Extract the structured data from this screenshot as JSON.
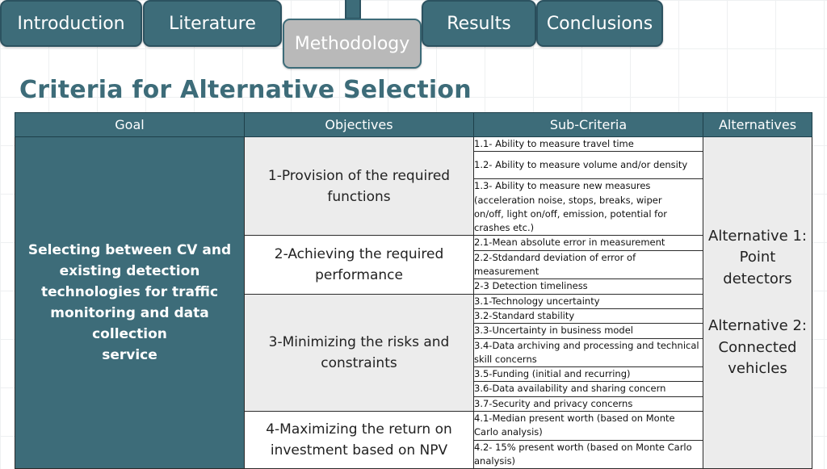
{
  "nav": {
    "tabs": [
      "Introduction",
      "Literature",
      "Methodology",
      "Results",
      "Conclusions"
    ],
    "active": "Methodology"
  },
  "title": "Criteria for Alternative Selection",
  "table": {
    "headers": [
      "Goal",
      "Objectives",
      "Sub-Criteria",
      "Alternatives"
    ],
    "goal": [
      "Selecting between CV and",
      "existing detection",
      "technologies for traffic",
      "monitoring and data collection",
      "service"
    ],
    "objectives": [
      [
        "1-Provision of the required",
        "functions"
      ],
      [
        "2-Achieving the required",
        "performance"
      ],
      [
        "3-Minimizing the risks and",
        "constraints"
      ],
      [
        "4-Maximizing the return on",
        "investment based on NPV"
      ]
    ],
    "subcriteria": [
      [
        "1.1- Ability to measure travel time"
      ],
      [
        "1.2- Ability to measure  volume and/or density"
      ],
      [
        "1.3- Ability to measure  new measures",
        "(acceleration noise, stops, breaks, wiper",
        "on/off, light on/off, emission, potential for",
        "crashes etc.)"
      ],
      [
        "2.1-Mean absolute error in measurement"
      ],
      [
        "2.2-Stdandard deviation of error of",
        "measurement"
      ],
      [
        "2-3 Detection timeliness"
      ],
      [
        "3.1-Technology uncertainty"
      ],
      [
        "3.2-Standard stability"
      ],
      [
        "3.3-Uncertainty in business model"
      ],
      [
        "3.4-Data archiving and processing and technical",
        "skill concerns"
      ],
      [
        "3.5-Funding (initial and recurring)"
      ],
      [
        "3.6-Data availability and sharing concern"
      ],
      [
        "3.7-Security and privacy concerns"
      ],
      [
        "4.1-Median present worth (based on Monte",
        "Carlo analysis)"
      ],
      [
        "4.2- 15% present worth (based on Monte Carlo",
        "analysis)"
      ]
    ],
    "alternatives": {
      "alt1": [
        "Alternative 1:",
        "Point",
        "detectors"
      ],
      "alt2": [
        "Alternative 2:",
        "Connected",
        "vehicles"
      ]
    }
  },
  "colors": {
    "accent": "#3d6c79",
    "active_tab": "#b9b9b9",
    "cell_grey": "#ececec"
  }
}
